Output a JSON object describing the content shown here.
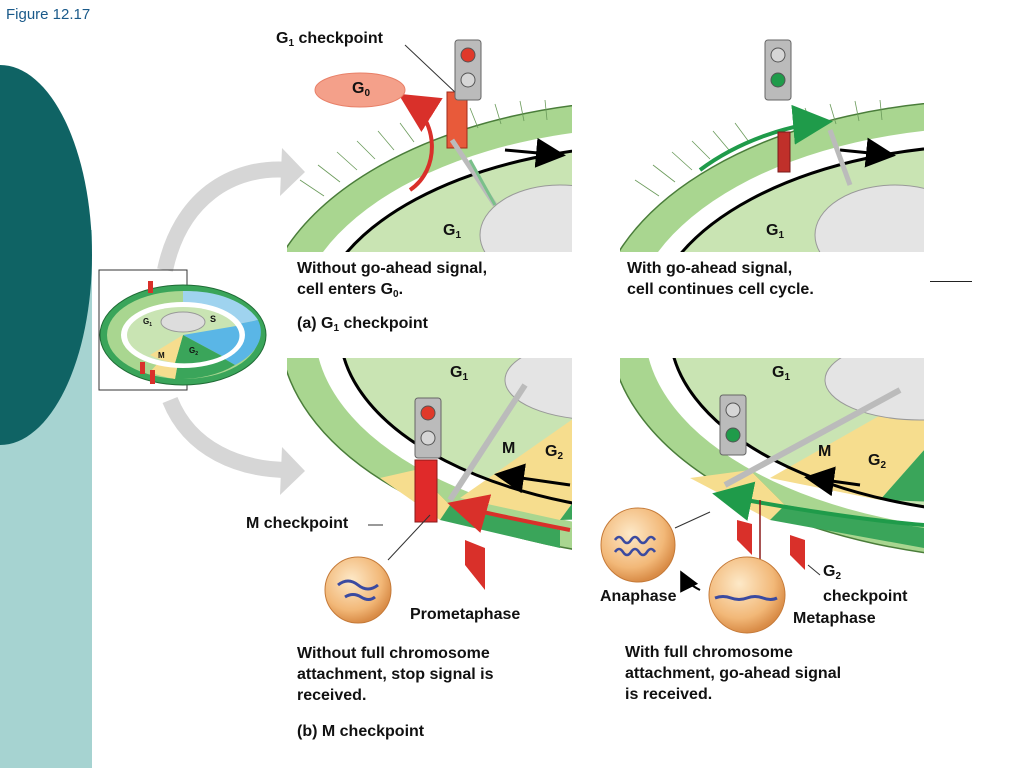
{
  "figure_label": "Figure 12.17",
  "panel_a": {
    "checkpoint_label": "G",
    "checkpoint_label_sub": "1",
    "checkpoint_label_rest": " checkpoint",
    "g0_label": "G",
    "g0_sub": "0",
    "phase_left": "G",
    "phase_left_sub": "1",
    "phase_right": "G",
    "phase_right_sub": "1",
    "left_caption_line1": "Without go-ahead signal,",
    "left_caption_line2": "cell enters G",
    "left_caption_line2_sub": "0",
    "left_caption_line2_end": ".",
    "right_caption_line1": "With go-ahead signal,",
    "right_caption_line2": "cell continues cell cycle.",
    "panel_title": "(a) G",
    "panel_title_sub": "1",
    "panel_title_rest": " checkpoint"
  },
  "panel_b": {
    "phase_g1_left": "G",
    "phase_g1_left_sub": "1",
    "phase_m_left": "M",
    "phase_g2_left": "G",
    "phase_g2_left_sub": "2",
    "phase_g1_right": "G",
    "phase_g1_right_sub": "1",
    "phase_m_right": "M",
    "phase_g2_right": "G",
    "phase_g2_right_sub": "2",
    "m_checkpoint_label": "M checkpoint",
    "prometaphase_label": "Prometaphase",
    "anaphase_label": "Anaphase",
    "metaphase_label": "Metaphase",
    "g2_checkpoint_line1": "G",
    "g2_checkpoint_line1_sub": "2",
    "g2_checkpoint_line2": "checkpoint",
    "left_caption_line1": "Without full chromosome",
    "left_caption_line2": "attachment, stop signal is",
    "left_caption_line3": "received.",
    "right_caption_line1": "With full chromosome",
    "right_caption_line2": "attachment, go-ahead signal",
    "right_caption_line3": "is received.",
    "panel_title": "(b) M checkpoint"
  },
  "overview": {
    "g1": "G",
    "g1_sub": "1",
    "s": "S",
    "g2": "G",
    "g2_sub": "2",
    "m": "M"
  },
  "colors": {
    "teal_dark": "#0f6364",
    "teal_light": "#a6d3d1",
    "ring_green": "#a9d690",
    "inner_green": "#c9e4b3",
    "g2_green": "#3aa55a",
    "s_blue": "#5ab6e6",
    "m_yellow": "#f6dd8e",
    "checkpoint_red": "#d9302a",
    "g0_fill": "#f4a08a",
    "arrow_grey": "#d6d6d6"
  }
}
